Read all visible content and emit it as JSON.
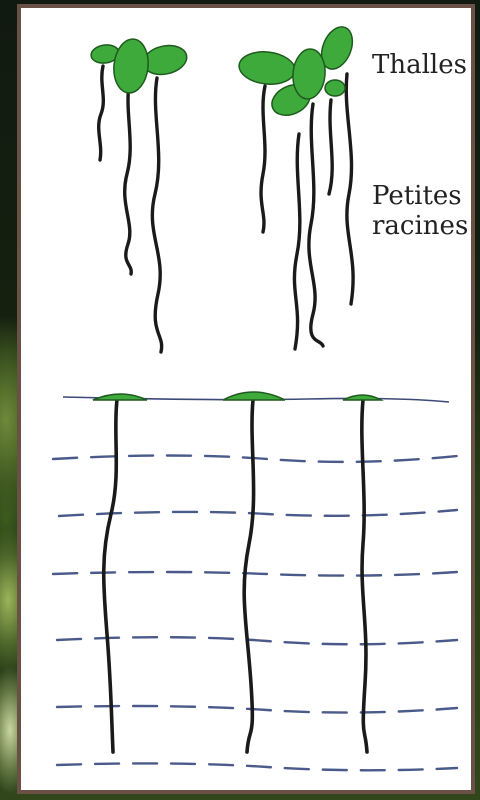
{
  "labels": {
    "thalles": "Thalles",
    "racines_line1": "Petites",
    "racines_line2": "racines"
  },
  "colors": {
    "thallus_fill": "#3daa3b",
    "thallus_stroke": "#1f5a1e",
    "root": "#1a1a1a",
    "water_surface": "#3d4a78",
    "water_dashes": "#4a5a8a",
    "frame": "#6b5046",
    "background_photo": "#15200f"
  }
}
